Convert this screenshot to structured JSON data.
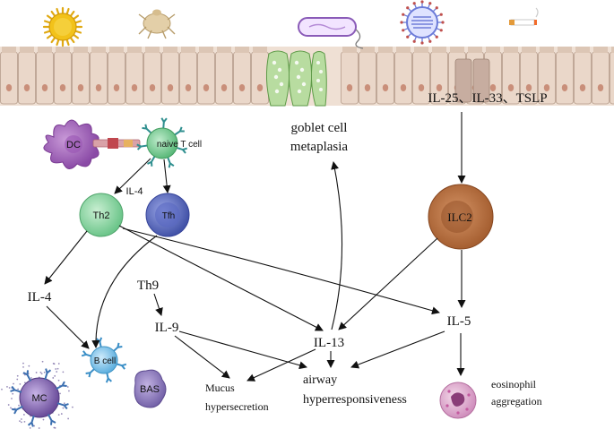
{
  "labels": {
    "goblet_cell": "goblet cell",
    "metaplasia": "metaplasia",
    "cytokines": "IL-25、IL-33、TSLP",
    "dc": "DC",
    "naive_t_cell": "naive T cell",
    "il4_small": "IL-4",
    "th2": "Th2",
    "tfh": "Tfh",
    "ilc2": "ILC2",
    "il4": "IL-4",
    "th9": "Th9",
    "il9": "IL-9",
    "il13": "IL-13",
    "il5": "IL-5",
    "b_cell": "B cell",
    "mc": "MC",
    "bas": "BAS",
    "mucus": "Mucus",
    "hypersecretion": "hypersecretion",
    "airway": "airway",
    "hyperresponsiveness": "hyperresponsiveness",
    "eosinophil": "eosinophil",
    "aggregation": "aggregation"
  },
  "icons": [
    "pollen-icon",
    "dust-mite-icon",
    "bacterium-icon",
    "virus-icon",
    "cigarette-icon"
  ],
  "colors": {
    "epithelium": "#e9d6c8",
    "epithelium_border": "#b59b8a",
    "goblet": "#a6d08d",
    "dc": "#a05bb8",
    "naive_t": "#7fcf9a",
    "th2": "#8fd3a0",
    "tfh": "#5f6fc0",
    "ilc2": "#b06a3c",
    "b_cell": "#7fc3e6",
    "mc": "#7b5aa8",
    "bas": "#8a73b8",
    "eosinophil": "#d9a6c9"
  }
}
